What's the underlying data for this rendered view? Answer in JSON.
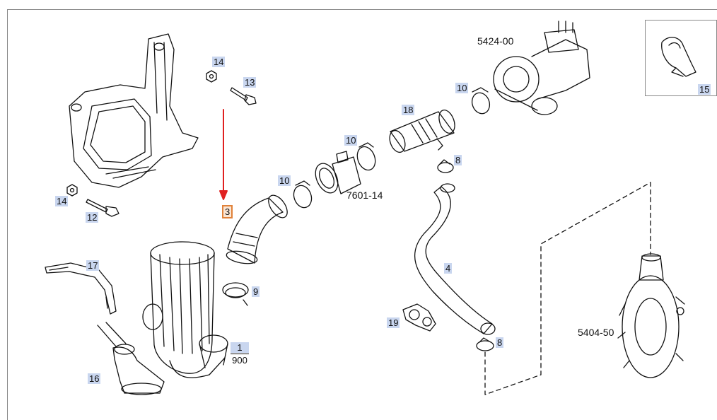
{
  "labels": {
    "p14a": "14",
    "p13": "13",
    "p14b": "14",
    "p12": "12",
    "p10a": "10",
    "p10b": "10",
    "p10c": "10",
    "p18": "18",
    "p8a": "8",
    "p8b": "8",
    "p3": "3",
    "p9": "9",
    "p4": "4",
    "p17": "17",
    "p19": "19",
    "p16": "16",
    "p15": "15",
    "p1": "1",
    "p1_sub": "900",
    "asm_turbo": "5424-00",
    "asm_sensor": "7601-14",
    "asm_pump": "5404-50"
  },
  "colors": {
    "label_highlight": "#c9d6ef",
    "selection_outline": "#e0823a",
    "arrow": "#e02020",
    "line": "#111111"
  }
}
